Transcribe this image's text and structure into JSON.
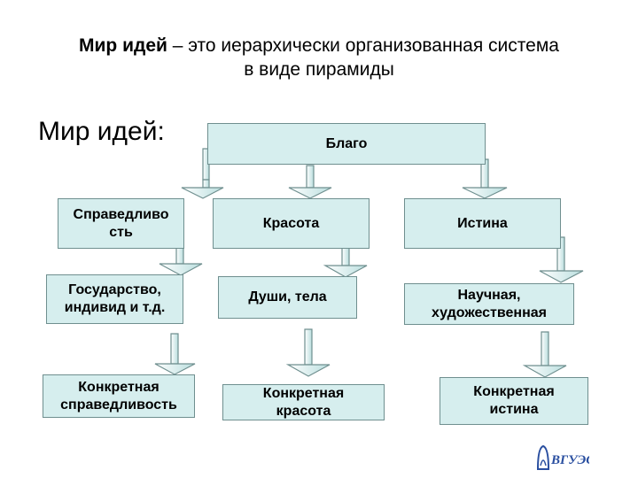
{
  "title": {
    "bold_part": "Мир идей",
    "rest_line1": " – это иерархически организованная система",
    "line2": "в виде пирамиды"
  },
  "subhead": "Мир идей:",
  "nodes": {
    "root": "Благо",
    "spravedlivost": "Справедливо\nсть",
    "krasota": "Красота",
    "istina": "Истина",
    "gosudarstvo": "Государство,\nиндивид и т.д.",
    "dushi": "Души, тела",
    "nauchnaya": "Научная,\nхудожественная",
    "konkr_sprav": "Конкретная\nсправедливость",
    "konkr_krasota": "Конкретная\nкрасота",
    "konkr_istina": "Конкретная\nистина"
  },
  "logo": {
    "text": "ВГУЭС",
    "color": "#2a4fa0"
  }
}
